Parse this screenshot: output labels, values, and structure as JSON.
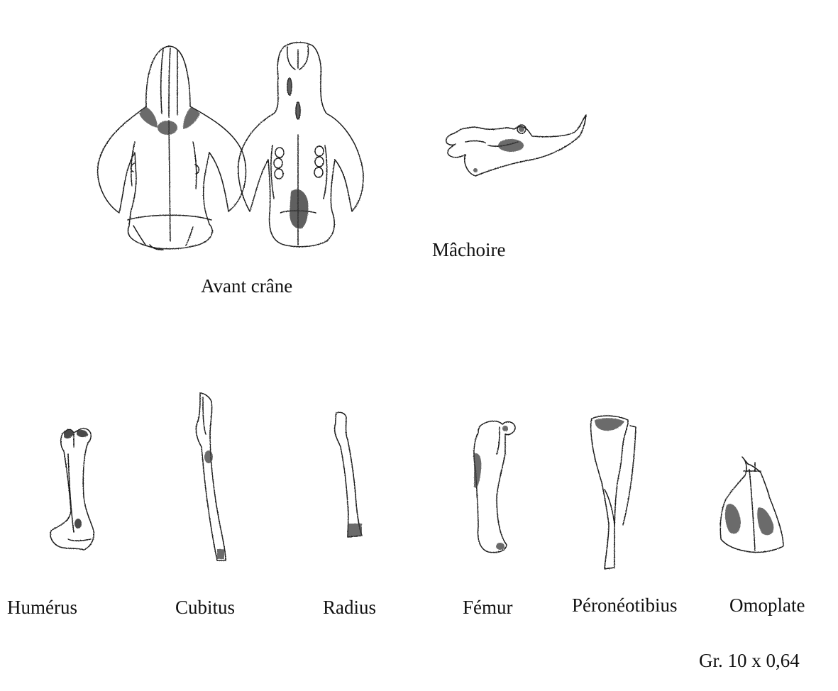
{
  "labels": {
    "avant_crane": "Avant crâne",
    "machoire": "Mâchoire",
    "humerus": "Humérus",
    "cubitus": "Cubitus",
    "radius": "Radius",
    "femur": "Fémur",
    "peroneotibius": "Péronéotibius",
    "omoplate": "Omoplate"
  },
  "scale": "Gr. 10 x 0,64",
  "colors": {
    "ink": "#1a1a1a",
    "shade": "#3a3a3a",
    "paper": "#ffffff"
  }
}
